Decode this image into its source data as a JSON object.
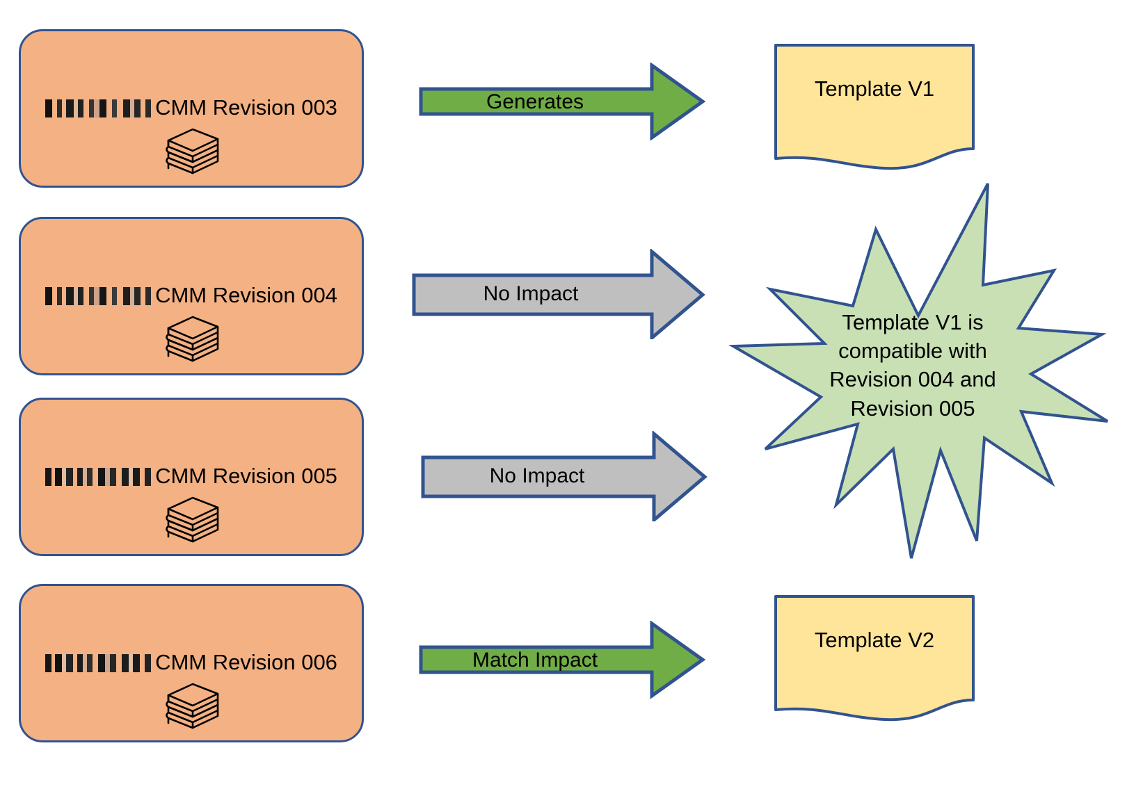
{
  "diagram": {
    "title": "CMM Revision to Template compatibility flow",
    "colors": {
      "card_fill": "#F4B183",
      "card_stroke": "#31538F",
      "arrow_green": "#70AD47",
      "arrow_gray": "#BFBFBF",
      "arrow_stroke": "#31538F",
      "note_fill": "#FFE599",
      "note_stroke": "#31538F",
      "star_fill": "#C8E0B4",
      "star_stroke": "#31538F",
      "text": "#000000",
      "background": "#FFFFFF"
    }
  },
  "cards": [
    {
      "redacted_prefix": "█░██░█░ █░",
      "label": "CMM Revision 003",
      "icon": "books-stack-icon"
    },
    {
      "redacted_prefix": "█░██░█░ █░",
      "label": "CMM Revision 004",
      "icon": "books-stack-icon"
    },
    {
      "redacted_prefix": "██░█░█ █░█",
      "label": "CMM Revision 005",
      "icon": "books-stack-icon"
    },
    {
      "redacted_prefix": "██░█░█ █░█",
      "label": "CMM Revision 006",
      "icon": "books-stack-icon"
    }
  ],
  "arrows": [
    {
      "label": "Generates",
      "color": "#70AD47",
      "kind": "green-arrow"
    },
    {
      "label": "No Impact",
      "color": "#BFBFBF",
      "kind": "gray-arrow"
    },
    {
      "label": "No Impact",
      "color": "#BFBFBF",
      "kind": "gray-arrow"
    },
    {
      "label": "Match Impact",
      "color": "#70AD47",
      "kind": "green-arrow"
    }
  ],
  "notes": [
    {
      "label": "Template V1",
      "icon": "document-note-icon"
    },
    {
      "label": "Template V2",
      "icon": "document-note-icon"
    }
  ],
  "star": {
    "lines": [
      "Template V1 is",
      "compatible with",
      "Revision 004 and",
      "Revision 005"
    ],
    "icon": "explosion-star-icon"
  }
}
